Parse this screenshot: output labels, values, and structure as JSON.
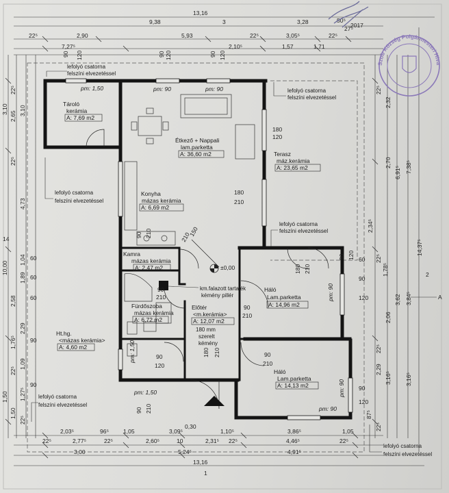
{
  "top_dims": {
    "overall": "13,16",
    "r1": [
      "9,38",
      "3,28"
    ],
    "r2": [
      "2,90",
      "5,93",
      "3,05⁵",
      "50⁵",
      "27⁵"
    ],
    "r2_small": [
      "22⁵",
      "22⁵",
      "22⁵"
    ],
    "r3": [
      "7,27⁵",
      "2,10⁵",
      "1,57",
      "1,71"
    ],
    "r3_small": [
      "90",
      "120",
      "90",
      "120"
    ],
    "marker": "3"
  },
  "bottom_dims": {
    "r1": [
      "2,03⁵",
      "96⁵",
      "1,05",
      "3,09⁵",
      "0,30",
      "1,10⁵",
      "3,86⁵",
      "1,05"
    ],
    "r2": [
      "22⁵",
      "2,77⁵",
      "22⁵",
      "2,60⁵",
      "10",
      "2,31⁵",
      "22⁵",
      "4,46⁵",
      "22⁵"
    ],
    "r3": [
      "3,00",
      "5,24⁵",
      "4,91⁵"
    ],
    "overall": "13,16",
    "marker": "1"
  },
  "left_dims": [
    "22⁵",
    "3,10",
    "2,65",
    "3,10",
    "22⁵",
    "4,73",
    "10,00",
    "1,04",
    "60",
    "1,89",
    "2,58",
    "2,29",
    "60",
    "1,76⁵",
    "1,09",
    "22⁵",
    "1,27⁵",
    "1,50",
    "1,50",
    "22⁵",
    "90",
    "60",
    "90",
    "14"
  ],
  "right_dims": [
    "22⁵",
    "2,32",
    "2,70",
    "6,91⁵",
    "7,38⁵",
    "14,37⁵",
    "2,34⁵",
    "1,78⁵",
    "22⁵",
    "3,62",
    "3,84⁵",
    "2,06",
    "2,29",
    "3,16⁵",
    "3,16⁵",
    "22⁵",
    "87⁵",
    "22⁵",
    "120",
    "90",
    "60",
    "90",
    "120",
    "2"
  ],
  "rooms": [
    {
      "name": "Tároló",
      "finish": "kerámia",
      "area": "A: 7,69 m2"
    },
    {
      "name": "Étkező + Nappali",
      "finish": "lam.parketta",
      "area": "A: 36,60 m2"
    },
    {
      "name": "Terasz",
      "finish": "máz.kerámia",
      "area": "A: 23,65 m2"
    },
    {
      "name": "Konyha",
      "finish": "mázas kerámia",
      "area": "A: 6,69 m2"
    },
    {
      "name": "Kamra",
      "finish": "mázas kerámia",
      "area": "A: 2,47 m2"
    },
    {
      "name": "Fürdőszoba",
      "finish": "mázas kerámia",
      "area": "A: 6,72 m2"
    },
    {
      "name": "Előtér",
      "finish": "<m.kerámia>",
      "area": "A: 12,07 m2"
    },
    {
      "name": "Háló",
      "finish": "Lam.parketta",
      "area": "A: 14,96 m2"
    },
    {
      "name": "Ht.hg.",
      "finish": "<mázas kerámia>",
      "area": "A: 4,60 m2"
    },
    {
      "name": "Háló",
      "finish": "Lam.parketta",
      "area": "A: 14,13 m2"
    }
  ],
  "parapets": [
    "pm: 1,50",
    "pm: 90",
    "pm: 90",
    "pm: 90",
    "pm: 1,50",
    "pm: 1,50",
    "pm: 90",
    "pm: 90"
  ],
  "downpipe_note": [
    "lefolyó csatorna",
    "felszíni elvezetéssel"
  ],
  "chimney_note": [
    "km.falazott tartalék",
    "kémény pillér"
  ],
  "flue_note": [
    "180 mm",
    "szerelt",
    "kémény"
  ],
  "level": "±0,00",
  "openings": [
    "180",
    "120",
    "180",
    "210",
    "150",
    "210",
    "90",
    "210",
    "180",
    "210",
    "90",
    "210",
    "180",
    "210",
    "90",
    "120",
    "90",
    "210",
    "90",
    "210",
    "90",
    "210",
    "90",
    "120"
  ],
  "axis_label": "A",
  "seal_text": "Szob Község Polgármesteri Hivatala",
  "signature_text": "2017"
}
